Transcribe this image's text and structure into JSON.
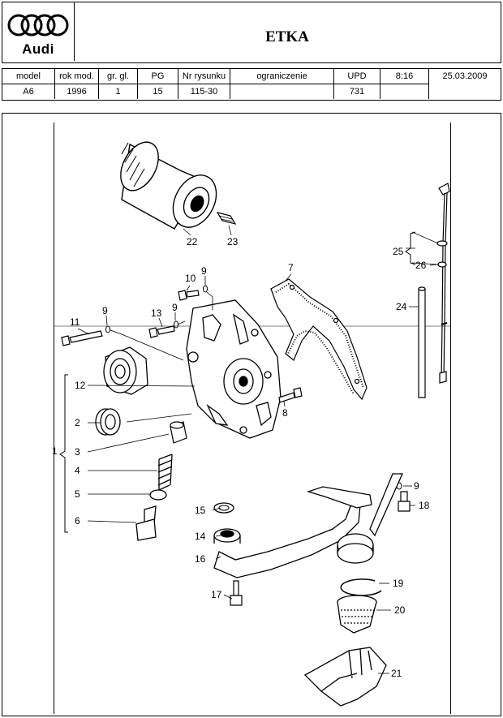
{
  "header": {
    "brand": "Audi",
    "title": "ETKA"
  },
  "info": {
    "columns": [
      {
        "label": "model",
        "value": "A6"
      },
      {
        "label": "rok mod.",
        "value": "1996"
      },
      {
        "label": "gr. gl.",
        "value": "1"
      },
      {
        "label": "PG",
        "value": "15"
      },
      {
        "label": "Nr rysunku",
        "value": "115-30"
      },
      {
        "label": "ograniczenie",
        "value": ""
      },
      {
        "label": "UPD",
        "value": "731"
      }
    ],
    "time": "8:16",
    "date": "25.03.2009"
  },
  "callouts": {
    "c1": "1",
    "c2": "2",
    "c3": "3",
    "c4": "4",
    "c5": "5",
    "c6": "6",
    "c7": "7",
    "c8": "8",
    "c9a": "9",
    "c9b": "9",
    "c9c": "9",
    "c9d": "9",
    "c10": "10",
    "c11": "11",
    "c12": "12",
    "c13": "13",
    "c14": "14",
    "c15": "15",
    "c16": "16",
    "c17": "17",
    "c18": "18",
    "c19": "19",
    "c20": "20",
    "c21": "21",
    "c22": "22",
    "c23": "23",
    "c24": "24",
    "c25": "25",
    "c26": "26"
  }
}
